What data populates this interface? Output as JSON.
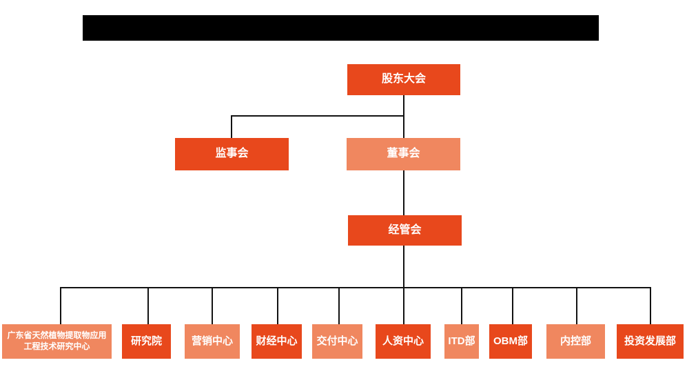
{
  "header": {
    "redacted_title": true
  },
  "org": {
    "colors": {
      "primary": "#E8481C",
      "secondary": "#F0875F",
      "line": "#111111",
      "text": "#ffffff",
      "redacted_bar": "#000000"
    },
    "level1": {
      "label": "股东大会",
      "tone": "dark"
    },
    "level2": [
      {
        "label": "监事会",
        "tone": "dark"
      },
      {
        "label": "董事会",
        "tone": "light"
      }
    ],
    "level3": {
      "label": "经管会",
      "tone": "dark"
    },
    "departments": [
      {
        "label": "广东省天然植物提取物应用工程技术研究中心",
        "tone": "light"
      },
      {
        "label": "研究院",
        "tone": "dark"
      },
      {
        "label": "营销中心",
        "tone": "light"
      },
      {
        "label": "财经中心",
        "tone": "dark"
      },
      {
        "label": "交付中心",
        "tone": "light"
      },
      {
        "label": "人资中心",
        "tone": "dark"
      },
      {
        "label": "ITD部",
        "tone": "light"
      },
      {
        "label": "OBM部",
        "tone": "dark"
      },
      {
        "label": "内控部",
        "tone": "light"
      },
      {
        "label": "投资发展部",
        "tone": "dark"
      }
    ]
  }
}
